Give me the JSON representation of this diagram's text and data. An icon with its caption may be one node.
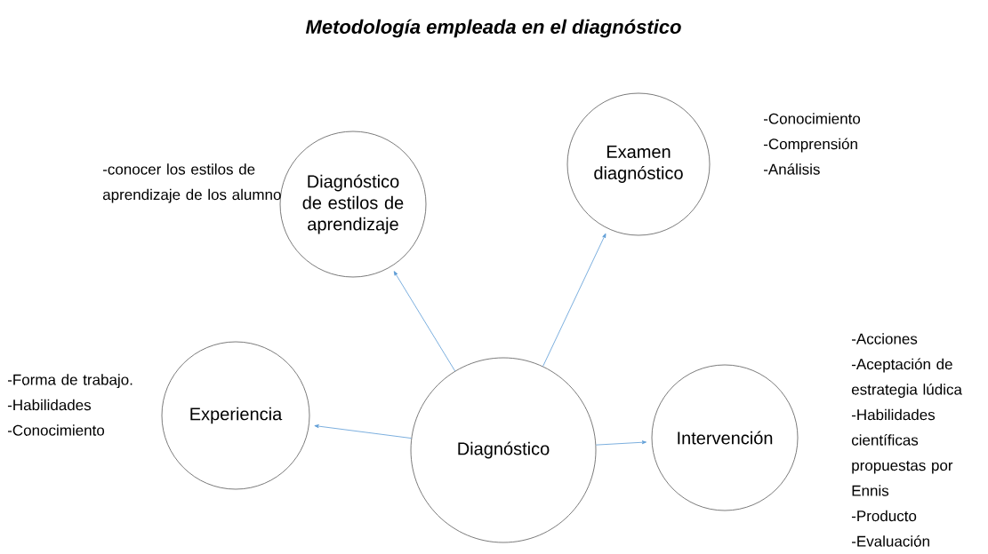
{
  "diagram": {
    "title": "Metodología empleada en el diagnóstico",
    "nodes": [
      {
        "text": [
          "Diagnóstico de estilos de aprendizaje"
        ],
        "beside": [
          "-conocer los estilos de aprendizaje de los alumno"
        ]
      },
      {
        "text": [
          "Examen diagnóstico"
        ],
        "beside": [
          "-Conocimiento",
          "-Comprensión",
          "-Análisis"
        ]
      },
      {
        "text": [
          "Experiencia"
        ],
        "beside": [
          "-Forma de trabajo.",
          "-Habilidades",
          "-Conocimiento"
        ]
      },
      {
        "text": [
          "Diagnóstico"
        ]
      },
      {
        "text": [
          "Intervención"
        ],
        "beside": [
          "-Acciones",
          "-Aceptación de estrategia lúdica",
          "-Habilidades científicas propuestas por Ennis",
          "-Producto",
          "-Evaluación"
        ]
      }
    ],
    "edges": [
      {
        "from": 3,
        "to": 0,
        "arrow": "to"
      },
      {
        "from": 3,
        "to": 1,
        "arrow": "to"
      },
      {
        "from": 3,
        "to": 2,
        "arrow": "to"
      },
      {
        "from": 3,
        "to": 4,
        "arrow": "to"
      }
    ]
  }
}
